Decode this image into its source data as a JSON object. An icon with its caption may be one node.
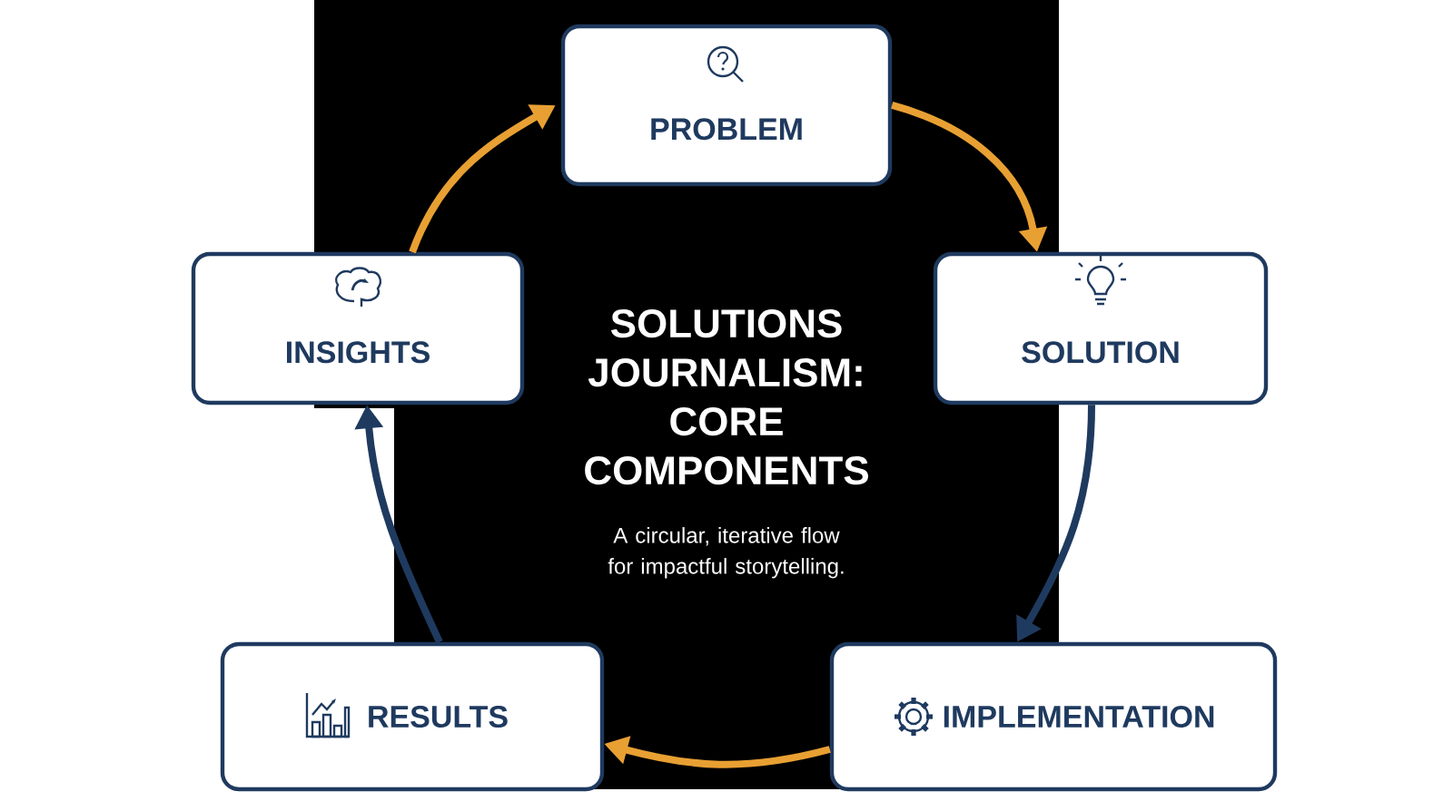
{
  "diagram": {
    "title": "SOLUTIONS JOURNALISM: CORE COMPONENTS",
    "caption": "A circular, iterative flow for impactful storytelling.",
    "nodes": [
      {
        "text": [
          "PROBLEM"
        ]
      },
      {
        "text": [
          "SOLUTION"
        ]
      },
      {
        "text": [
          "IMPLEMENTATION"
        ]
      },
      {
        "text": [
          "RESULTS"
        ]
      },
      {
        "text": [
          "INSIGHTS"
        ]
      }
    ],
    "edges": [
      {
        "from": 0,
        "to": 1,
        "arrow": "to"
      },
      {
        "from": 1,
        "to": 2,
        "arrow": "to",
        "color": "#1f3a5f"
      },
      {
        "from": 2,
        "to": 3,
        "arrow": "to"
      },
      {
        "from": 3,
        "to": 4,
        "arrow": "to",
        "color": "#1f3a5f"
      },
      {
        "from": 4,
        "to": 0,
        "arrow": "to"
      }
    ]
  }
}
